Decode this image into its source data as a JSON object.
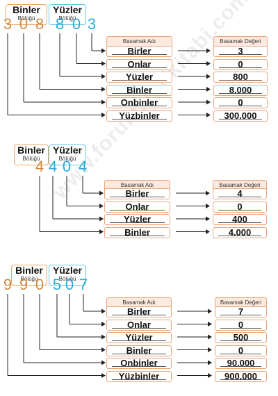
{
  "labels": {
    "binler": "Binler",
    "yuzler": "Yüzler",
    "bolugu": "Bölüğü",
    "basamak_adi": "Basamak Adı",
    "basamak_degeri": "Basamak Değeri"
  },
  "colors": {
    "binler_digit": "#d2893e",
    "yuzler_digit": "#29abd9",
    "binler_border": "#e5a868",
    "yuzler_border": "#65c7e6",
    "box_border": "#e8a47b",
    "header_fill": "#fde9dd"
  },
  "watermark": "www.forumsinifkitabi.com",
  "exercises": [
    {
      "binler_digits": [
        "3",
        "0",
        "8"
      ],
      "yuzler_digits": [
        "8",
        "0",
        "3"
      ],
      "rows": [
        {
          "name": "Birler",
          "value": "3"
        },
        {
          "name": "Onlar",
          "value": "0"
        },
        {
          "name": "Yüzler",
          "value": "800"
        },
        {
          "name": "Binler",
          "value": "8.000"
        },
        {
          "name": "Onbinler",
          "value": "0"
        },
        {
          "name": "Yüzbinler",
          "value": "300.000"
        }
      ]
    },
    {
      "binler_digits": [
        "",
        "",
        "4"
      ],
      "yuzler_digits": [
        "4",
        "0",
        "4"
      ],
      "rows": [
        {
          "name": "Birler",
          "value": "4"
        },
        {
          "name": "Onlar",
          "value": "0"
        },
        {
          "name": "Yüzler",
          "value": "400"
        },
        {
          "name": "Binler",
          "value": "4.000"
        }
      ]
    },
    {
      "binler_digits": [
        "9",
        "9",
        "0"
      ],
      "yuzler_digits": [
        "5",
        "0",
        "7"
      ],
      "rows": [
        {
          "name": "Birler",
          "value": "7"
        },
        {
          "name": "Onlar",
          "value": "0"
        },
        {
          "name": "Yüzler",
          "value": "500"
        },
        {
          "name": "Binler",
          "value": "0"
        },
        {
          "name": "Onbinler",
          "value": "90.000"
        },
        {
          "name": "Yüzbinler",
          "value": "900.000"
        }
      ]
    }
  ]
}
